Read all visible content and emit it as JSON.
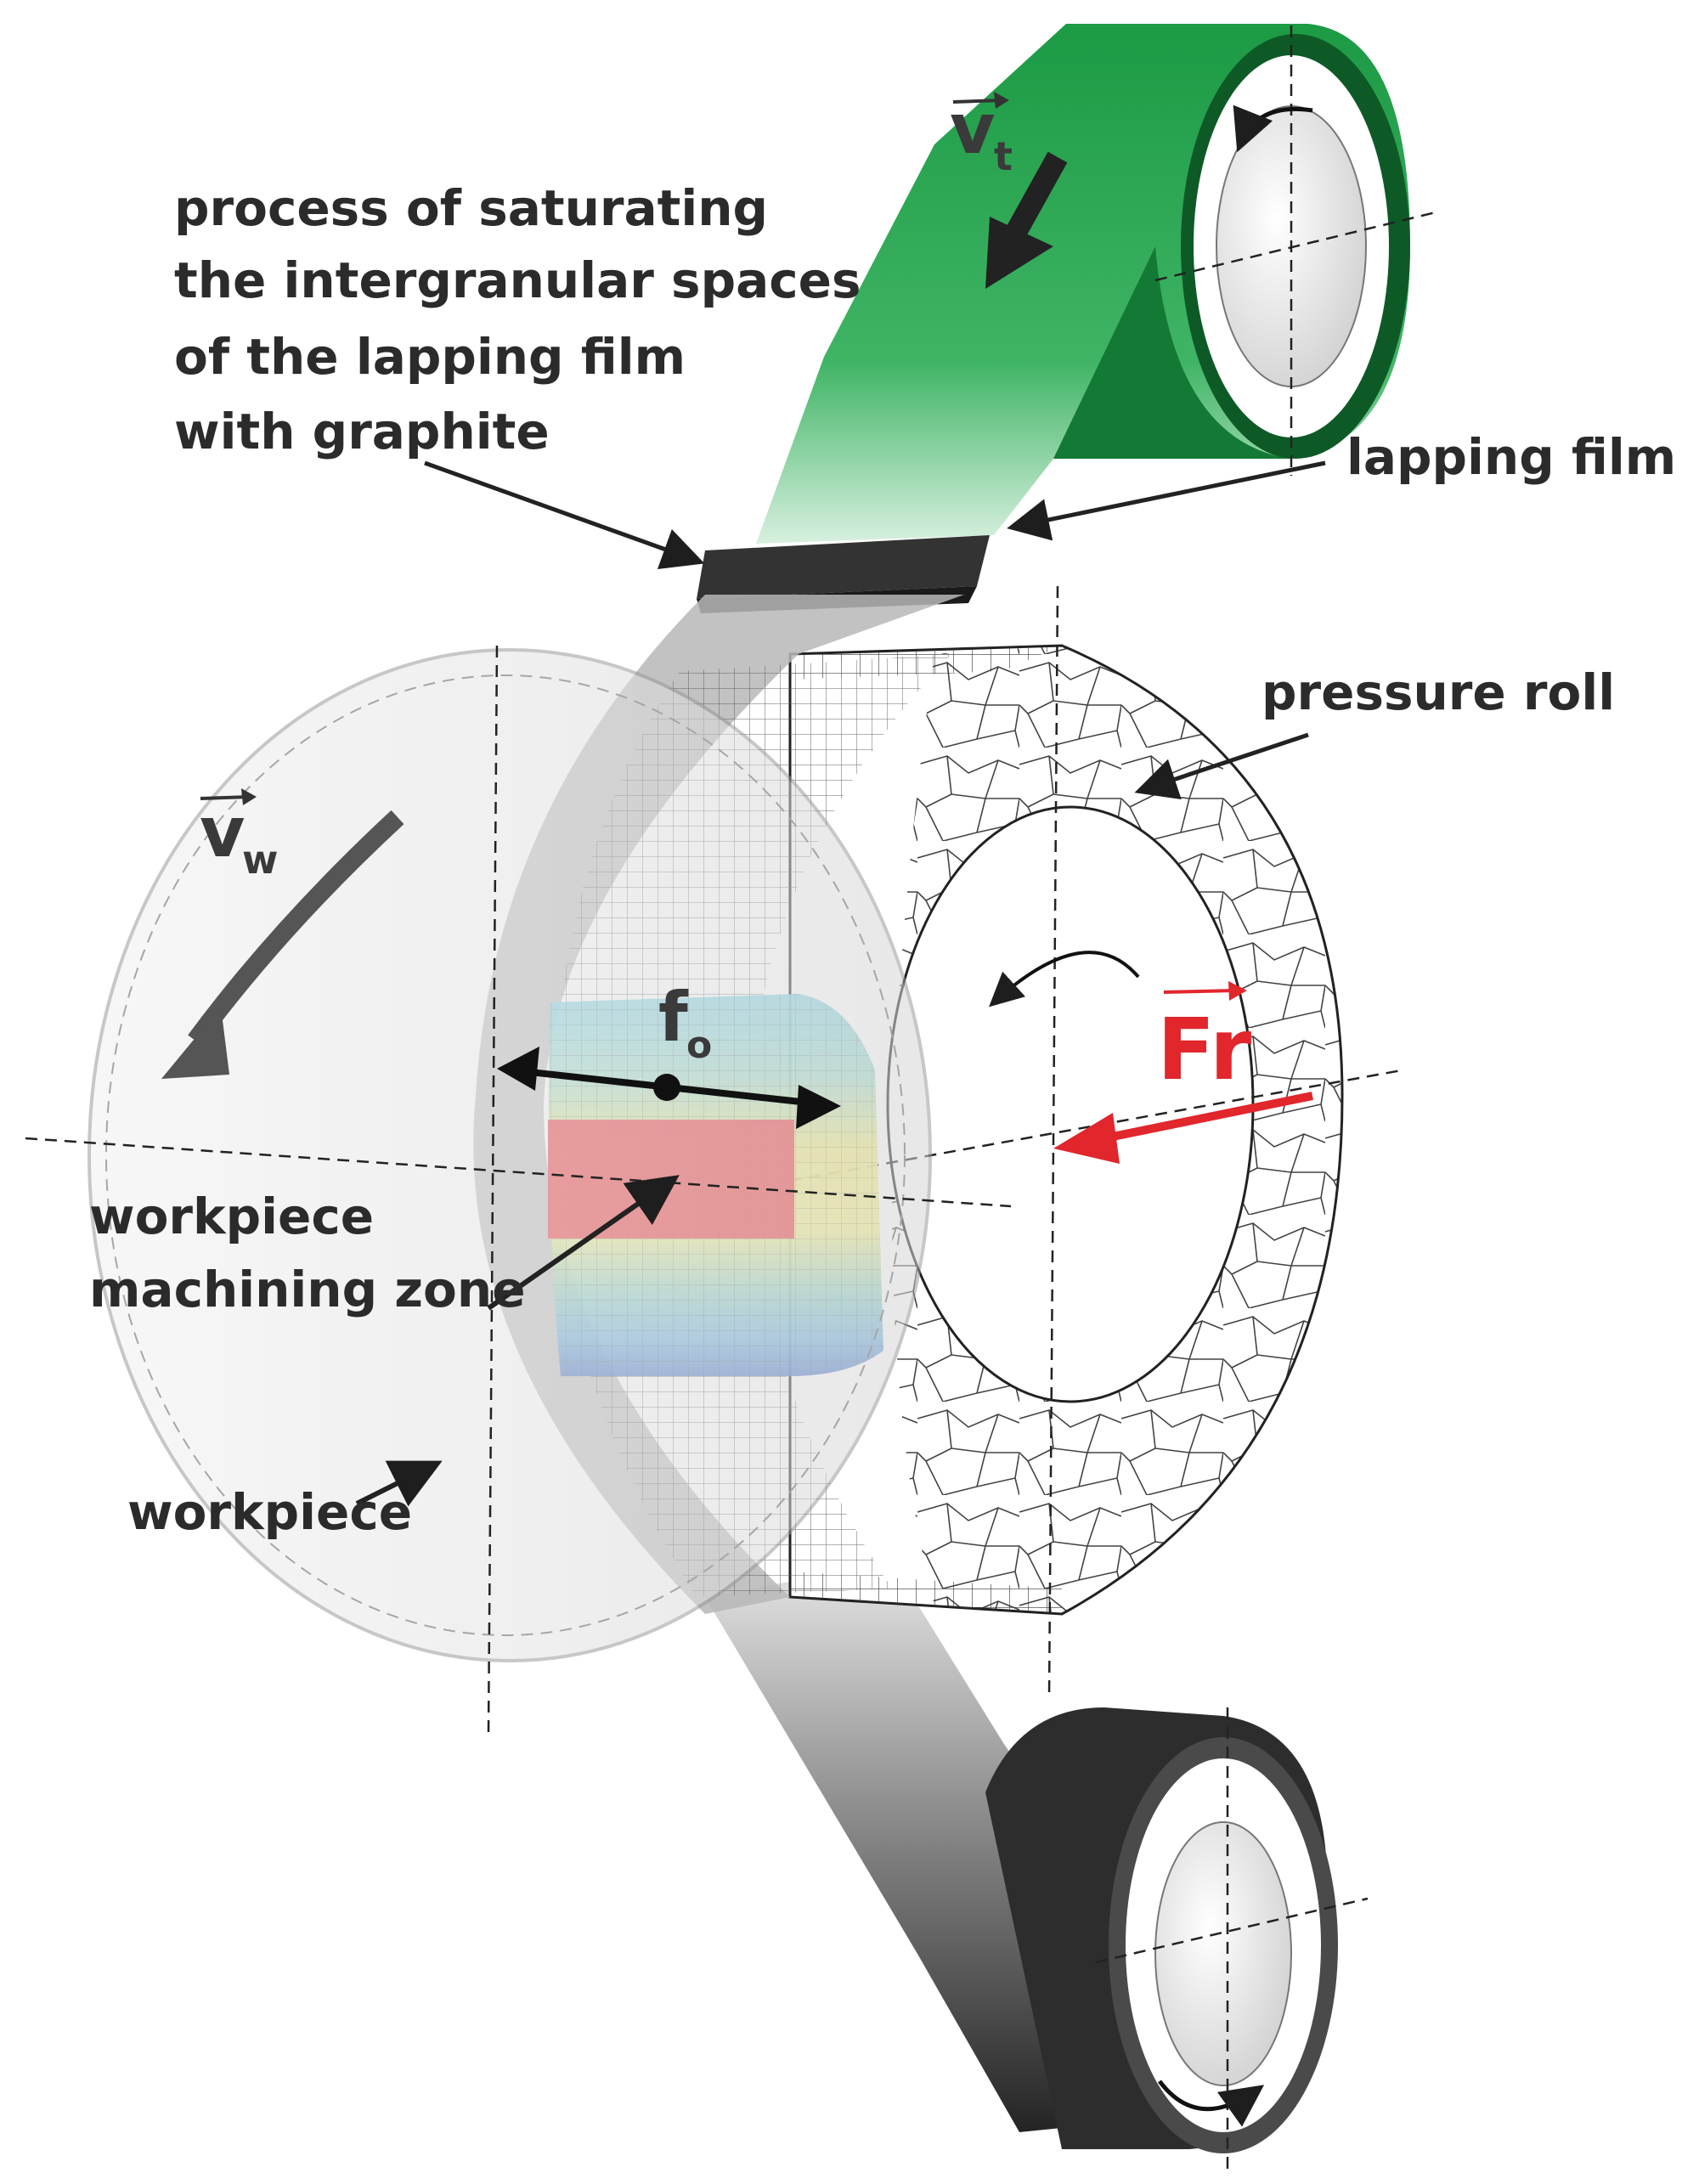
{
  "labels": {
    "process_line1": "process of saturating",
    "process_line2": "the intergranular spaces",
    "process_line3": "of the lapping film",
    "process_line4": "with graphite",
    "lapping_film": "lapping film",
    "pressure_roll": "pressure roll",
    "workpiece_zone_line1": "workpiece",
    "workpiece_zone_line2": "machining zone",
    "workpiece": "workpiece"
  },
  "symbols": {
    "vt_main": "v",
    "vt_sub": "t",
    "vw_main": "v",
    "vw_sub": "w",
    "fo_main": "f",
    "fo_sub": "o",
    "force": "Fr"
  },
  "colors": {
    "film_green": "#1f9a45",
    "film_green_dark": "#0f6a2c",
    "film_dark": "#2a2a2a",
    "force_red": "#e1262c",
    "zone_red": "#ee3a43",
    "text": "#2b2b2b"
  }
}
